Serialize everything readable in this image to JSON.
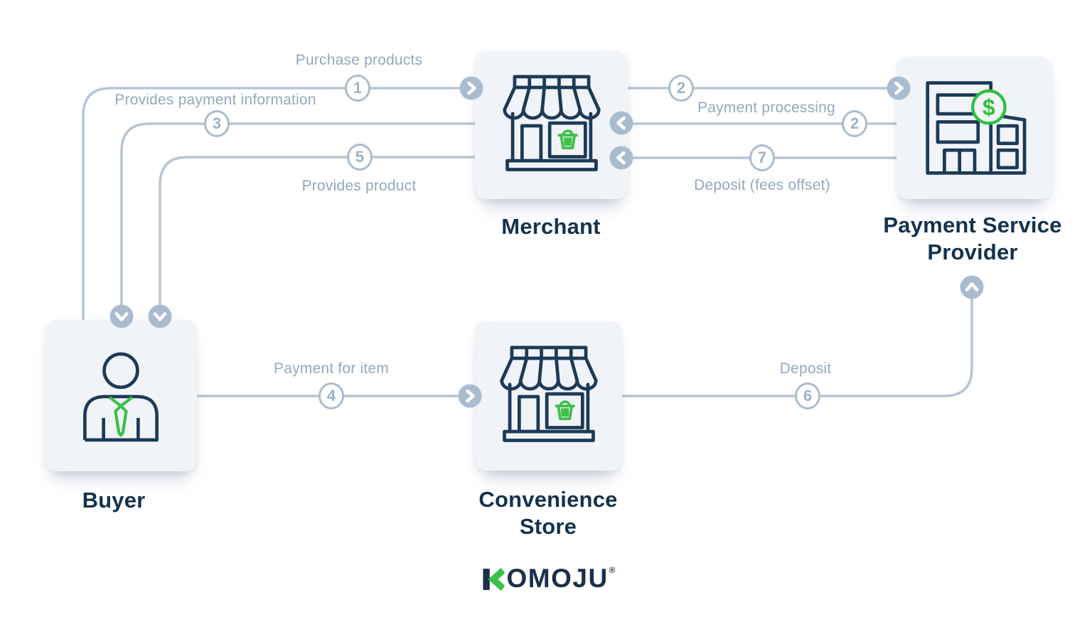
{
  "diagram": {
    "nodes": {
      "buyer": {
        "label": "Buyer"
      },
      "merchant": {
        "label": "Merchant"
      },
      "convenience_store": {
        "label_line1": "Convenience",
        "label_line2": "Store"
      },
      "payment_service_provider": {
        "label_line1": "Payment Service",
        "label_line2": "Provider",
        "dollar_sign": "$"
      }
    },
    "flows": {
      "purchase_products": {
        "number": "1",
        "label": "Purchase products"
      },
      "payment_processing_to_psp": {
        "number": "2"
      },
      "payment_processing_label": "Payment processing",
      "payment_processing_to_merchant": {
        "number": "2"
      },
      "provides_payment_information": {
        "number": "3",
        "label": "Provides payment information"
      },
      "payment_for_item": {
        "number": "4",
        "label": "Payment for item"
      },
      "provides_product": {
        "number": "5",
        "label": "Provides product"
      },
      "deposit": {
        "number": "6",
        "label": "Deposit"
      },
      "deposit_fees_offset": {
        "number": "7",
        "label": "Deposit (fees offset)"
      }
    },
    "colors": {
      "accent_green": "#3ebf4b",
      "connector_line": "#b7c5d4",
      "arrow_fill": "#a9bccf",
      "navy_text": "#14324e",
      "flow_label_text": "#93a8be",
      "card_background": "#f0f4f8"
    }
  },
  "footer": {
    "logo_k": "K",
    "logo_rest": "OMOJU",
    "registered_mark": "®"
  }
}
